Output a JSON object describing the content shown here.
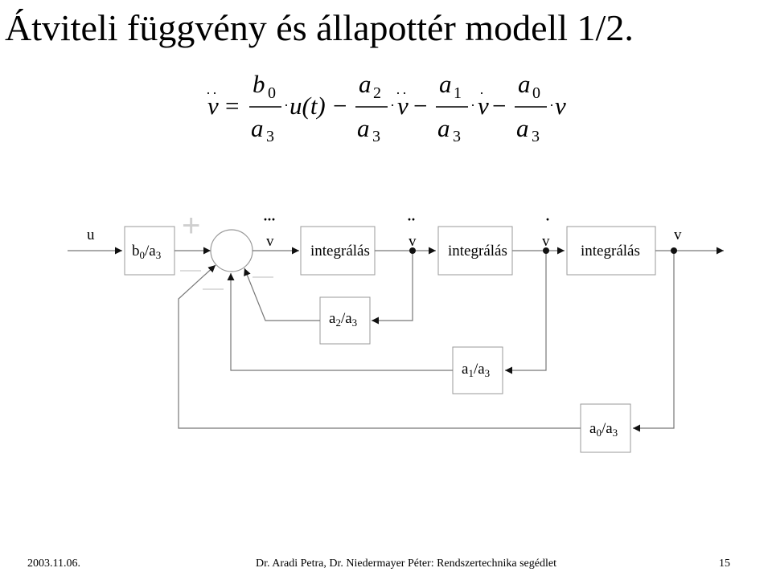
{
  "slide": {
    "title": "Átviteli függvény és állapottér modell 1/2."
  },
  "equation": {
    "lhs": "v",
    "equals": "=",
    "terms": [
      {
        "num": "b",
        "num_sub": "0",
        "den": "a",
        "den_sub": "3",
        "var": "u(t)",
        "sign": ""
      },
      {
        "num": "a",
        "num_sub": "2",
        "den": "a",
        "den_sub": "3",
        "var": "v",
        "sign": "−"
      },
      {
        "num": "a",
        "num_sub": "1",
        "den": "a",
        "den_sub": "3",
        "var": "v",
        "sign": "−"
      },
      {
        "num": "a",
        "num_sub": "0",
        "den": "a",
        "den_sub": "3",
        "var": "v",
        "sign": "−"
      }
    ]
  },
  "diagram": {
    "input_label": "u",
    "gain_b": {
      "main": "b",
      "sub1": "0",
      "mid": "/a",
      "sub2": "3"
    },
    "plus_sign": "+",
    "signal_v3": "v",
    "signal_v2": "v",
    "signal_v1": "v",
    "output_label": "v",
    "integrator_label": "integrálás",
    "fb_a2": {
      "main": "a",
      "sub1": "2",
      "mid": "/a",
      "sub2": "3"
    },
    "fb_a1": {
      "main": "a",
      "sub1": "1",
      "mid": "/a",
      "sub2": "3"
    },
    "fb_a0": {
      "main": "a",
      "sub1": "0",
      "mid": "/a",
      "sub2": "3"
    }
  },
  "footer": {
    "date": "2003.11.06.",
    "authors": "Dr. Aradi Petra, Dr. Niedermayer Péter: Rendszertechnika segédlet",
    "page": "15"
  }
}
